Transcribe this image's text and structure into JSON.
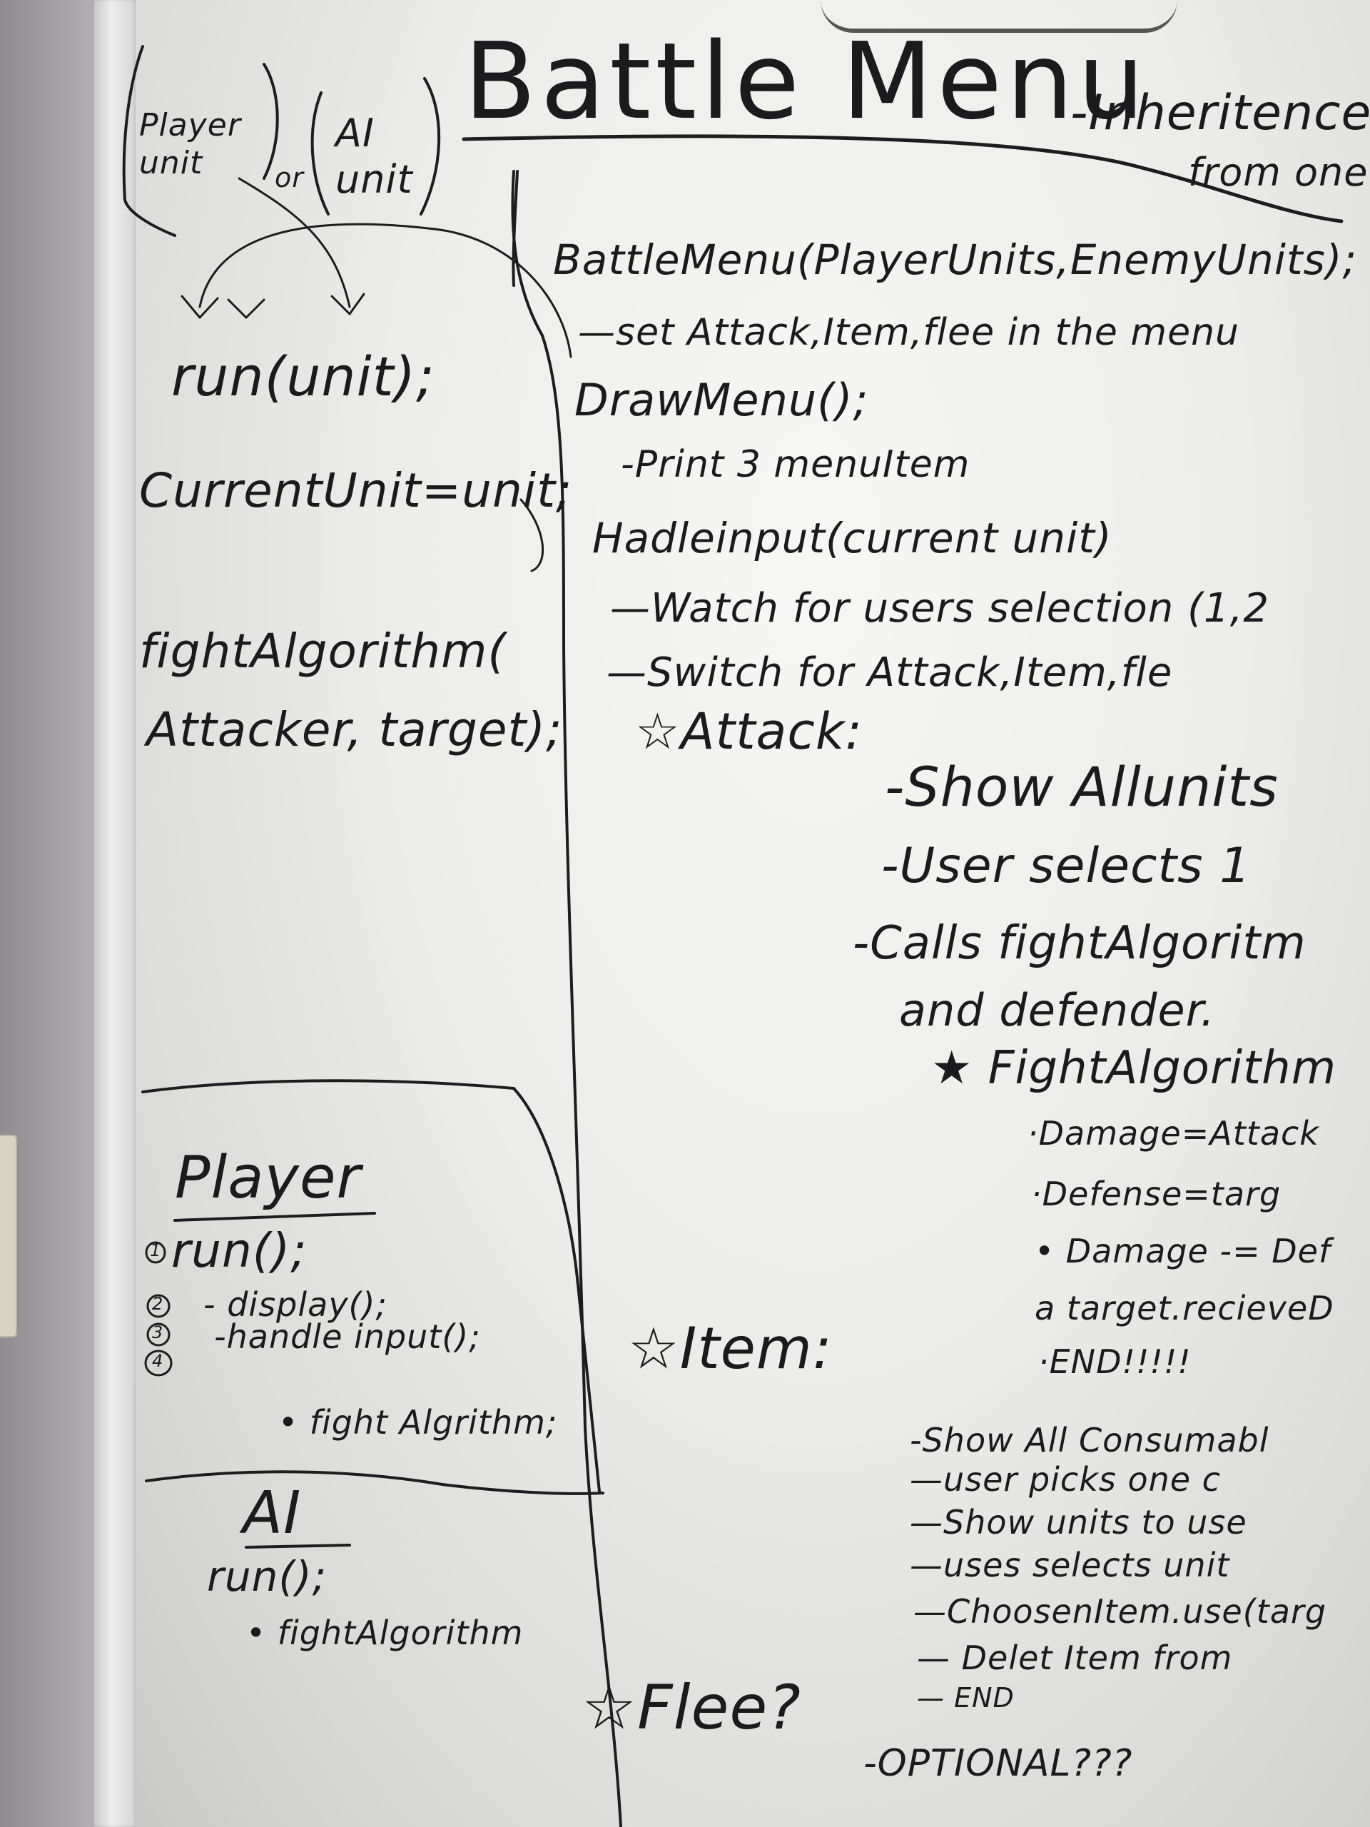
{
  "board": {
    "title": "Battle Menu",
    "title_suffix": "-Inheritence",
    "title_suffix_line2": "from one",
    "units": {
      "player_unit": "Player unit",
      "or": "or",
      "ai_unit": "AI unit"
    },
    "left": {
      "run_call": "run(unit);",
      "current_unit": "CurrentUnit=unit;",
      "fight_algorithm_line1": "fightAlgorithm(",
      "fight_algorithm_line2": "Attacker, target);"
    },
    "player_box": {
      "heading": "Player",
      "run": "run();",
      "steps": [
        {
          "num": "1",
          "text": ""
        },
        {
          "num": "2",
          "text": "- display();"
        },
        {
          "num": "3",
          "text": "-handle input();"
        },
        {
          "num": "4",
          "text": "• fight Algrithm;"
        }
      ]
    },
    "ai_box": {
      "heading": "AI",
      "run": "run();",
      "step": "• fightAlgorithm"
    },
    "right": {
      "battle_menu_call": "BattleMenu(PlayerUnits,EnemyUnits);",
      "battle_menu_note": "—set Attack,Item,flee in the menu",
      "draw_menu_call": "DrawMenu();",
      "draw_menu_note": "-Print 3 menuItem",
      "handle_input_call": "Hadleinput(current unit)",
      "handle_input_notes": [
        "—Watch for users selection (1,2",
        "—Switch for Attack,Item,fle"
      ],
      "attack": {
        "label": "☆Attack:",
        "items": [
          "-Show Allunits",
          "-User selects 1",
          "-Calls fightAlgoritm",
          "and defender."
        ]
      },
      "fight_algorithm": {
        "label": "★ FightAlgorithm",
        "items": [
          "·Damage=Attack",
          "·Defense=targ",
          "• Damage -= Def",
          "a target.recieveD",
          "·END!!!!!"
        ]
      },
      "item": {
        "label": "☆Item:",
        "items": [
          "-Show All Consumabl",
          "—user picks one c",
          "—Show units to use",
          "—uses selects unit",
          "—ChoosenItem.use(targ",
          "— Delet Item from",
          "— END"
        ]
      },
      "flee": {
        "label": "☆Flee?",
        "note": "-OPTIONAL???"
      }
    }
  }
}
